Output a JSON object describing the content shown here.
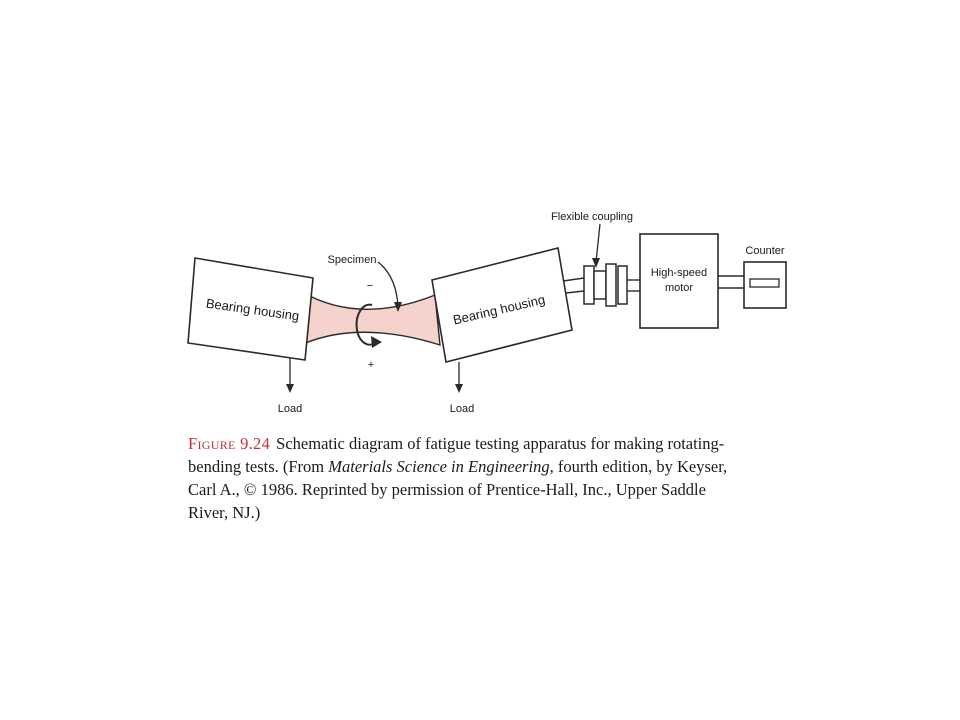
{
  "diagram": {
    "labels": {
      "flexible_coupling": "Flexible coupling",
      "counter": "Counter",
      "specimen": "Specimen",
      "bearing_housing_left": "Bearing housing",
      "bearing_housing_right": "Bearing housing",
      "motor_line1": "High-speed",
      "motor_line2": "motor",
      "load_left": "Load",
      "load_right": "Load",
      "sign_minus": "−",
      "sign_plus": "+"
    },
    "colors": {
      "specimen_fill": "#f6d2cc",
      "line": "#2a2a2a"
    }
  },
  "caption": {
    "figure_label": "Figure",
    "figure_number": "9.24",
    "text_part1": "Schematic diagram of fatigue testing apparatus for making rotating-bending tests. (From ",
    "book_title": "Materials Science in Engineering",
    "text_part2": ", fourth edition, by Keyser, Carl A., © 1986. Reprinted by permission of Prentice-Hall, Inc., Upper Saddle River, NJ.)",
    "colors": {
      "figure_label": "#c2323a"
    }
  }
}
